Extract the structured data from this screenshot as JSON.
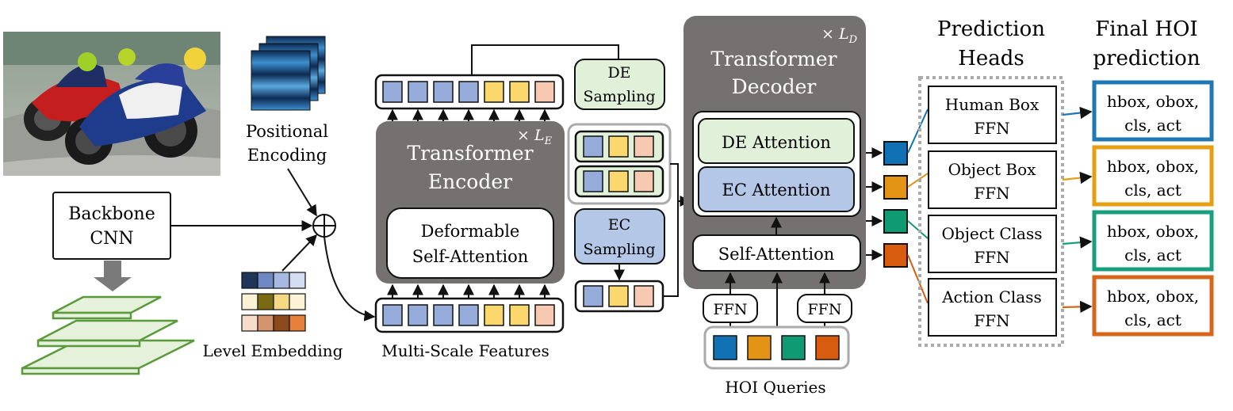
{
  "input": {
    "photo_icon": "motorcycle-racing-photo"
  },
  "positional_encoding": {
    "line1": "Positional",
    "line2": "Encoding"
  },
  "backbone": {
    "line1": "Backbone",
    "line2": "CNN"
  },
  "level_embedding": {
    "label": "Level Embedding",
    "colors": [
      [
        "#1f3559",
        "#6f87c2",
        "#a7b9e2",
        "#d3ddf2"
      ],
      [
        "#fbf1d4",
        "#7a6a12",
        "#f4d884",
        "#fdf3d6"
      ],
      [
        "#f8dccb",
        "#d6946e",
        "#8c4a1d",
        "#e8803d"
      ]
    ]
  },
  "multi_scale_features": {
    "label": "Multi-Scale Features",
    "token_colors": [
      "#95acdb",
      "#95acdb",
      "#95acdb",
      "#95acdb",
      "#fbd86e",
      "#fbd86e",
      "#f7c9b1"
    ]
  },
  "encoder": {
    "repeat": "× L",
    "repeat_sub": "E",
    "title_line1": "Transformer",
    "title_line2": "Encoder",
    "inner_line1": "Deformable",
    "inner_line2": "Self-Attention"
  },
  "de_sampling": {
    "line1": "DE",
    "line2": "Sampling"
  },
  "ec_sampling": {
    "line1": "EC",
    "line2": "Sampling"
  },
  "sampled_token_colors": [
    "#95acdb",
    "#fbd86e",
    "#f7c9b1"
  ],
  "decoder": {
    "repeat": "× L",
    "repeat_sub": "D",
    "title_line1": "Transformer",
    "title_line2": "Decoder",
    "de_attention": "DE Attention",
    "ec_attention": "EC Attention",
    "self_attention": "Self-Attention",
    "ffn_left": "FFN",
    "ffn_right": "FFN"
  },
  "hoi_queries": {
    "label": "HOI Queries",
    "colors": [
      "#1072b5",
      "#e39414",
      "#0f9a73",
      "#d85c10"
    ]
  },
  "prediction_heads": {
    "title_line1": "Prediction",
    "title_line2": "Heads",
    "heads": [
      {
        "line1": "Human Box",
        "line2": "FFN"
      },
      {
        "line1": "Object Box",
        "line2": "FFN"
      },
      {
        "line1": "Object Class",
        "line2": "FFN"
      },
      {
        "line1": "Action Class",
        "line2": "FFN"
      }
    ]
  },
  "final_prediction": {
    "title_line1": "Final HOI",
    "title_line2": "prediction",
    "items": [
      {
        "line1": "hbox, obox,",
        "line2": "cls, act",
        "color": "#1f77b4"
      },
      {
        "line1": "hbox, obox,",
        "line2": "cls, act",
        "color": "#e69f12"
      },
      {
        "line1": "hbox, obox,",
        "line2": "cls, act",
        "color": "#18a07c"
      },
      {
        "line1": "hbox, obox,",
        "line2": "cls, act",
        "color": "#d8661a"
      }
    ]
  }
}
